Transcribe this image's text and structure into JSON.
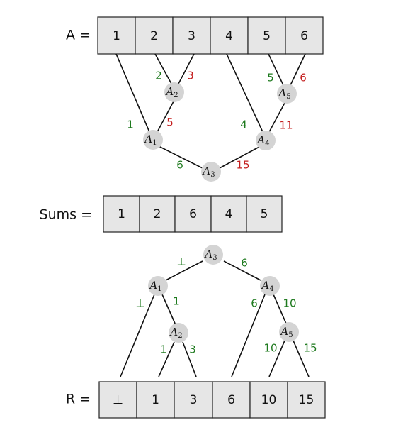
{
  "colors": {
    "green": "#1e7a1e",
    "red": "#c41e1e",
    "cell_fill": "#e6e6e6",
    "node_fill": "#d4d4d4"
  },
  "array_a": {
    "label": "A =",
    "cells": [
      "1",
      "2",
      "3",
      "4",
      "5",
      "6"
    ]
  },
  "array_sums": {
    "label": "Sums =",
    "cells": [
      "1",
      "2",
      "6",
      "4",
      "5"
    ]
  },
  "array_r": {
    "label": "R =",
    "cells": [
      "⊥",
      "1",
      "3",
      "6",
      "10",
      "15"
    ]
  },
  "tree1": {
    "nodes": {
      "a2": {
        "name": "A",
        "sub": "2"
      },
      "a5": {
        "name": "A",
        "sub": "5"
      },
      "a1": {
        "name": "A",
        "sub": "1"
      },
      "a4": {
        "name": "A",
        "sub": "4"
      },
      "a3": {
        "name": "A",
        "sub": "3"
      }
    },
    "labels": {
      "a2_left": "2",
      "a2_right": "3",
      "a5_left": "5",
      "a5_right": "6",
      "a1_left": "1",
      "a1_right": "5",
      "a4_left": "4",
      "a4_right": "11",
      "a3_left": "6",
      "a3_right": "15"
    }
  },
  "tree2": {
    "nodes": {
      "a3": {
        "name": "A",
        "sub": "3"
      },
      "a1": {
        "name": "A",
        "sub": "1"
      },
      "a4": {
        "name": "A",
        "sub": "4"
      },
      "a2": {
        "name": "A",
        "sub": "2"
      },
      "a5": {
        "name": "A",
        "sub": "5"
      }
    },
    "labels": {
      "a3_left": "⊥",
      "a3_right": "6",
      "a1_left": "⊥",
      "a1_right": "1",
      "a4_left": "6",
      "a4_right": "10",
      "a2_left": "1",
      "a2_right": "3",
      "a5_left": "10",
      "a5_right": "15"
    }
  }
}
